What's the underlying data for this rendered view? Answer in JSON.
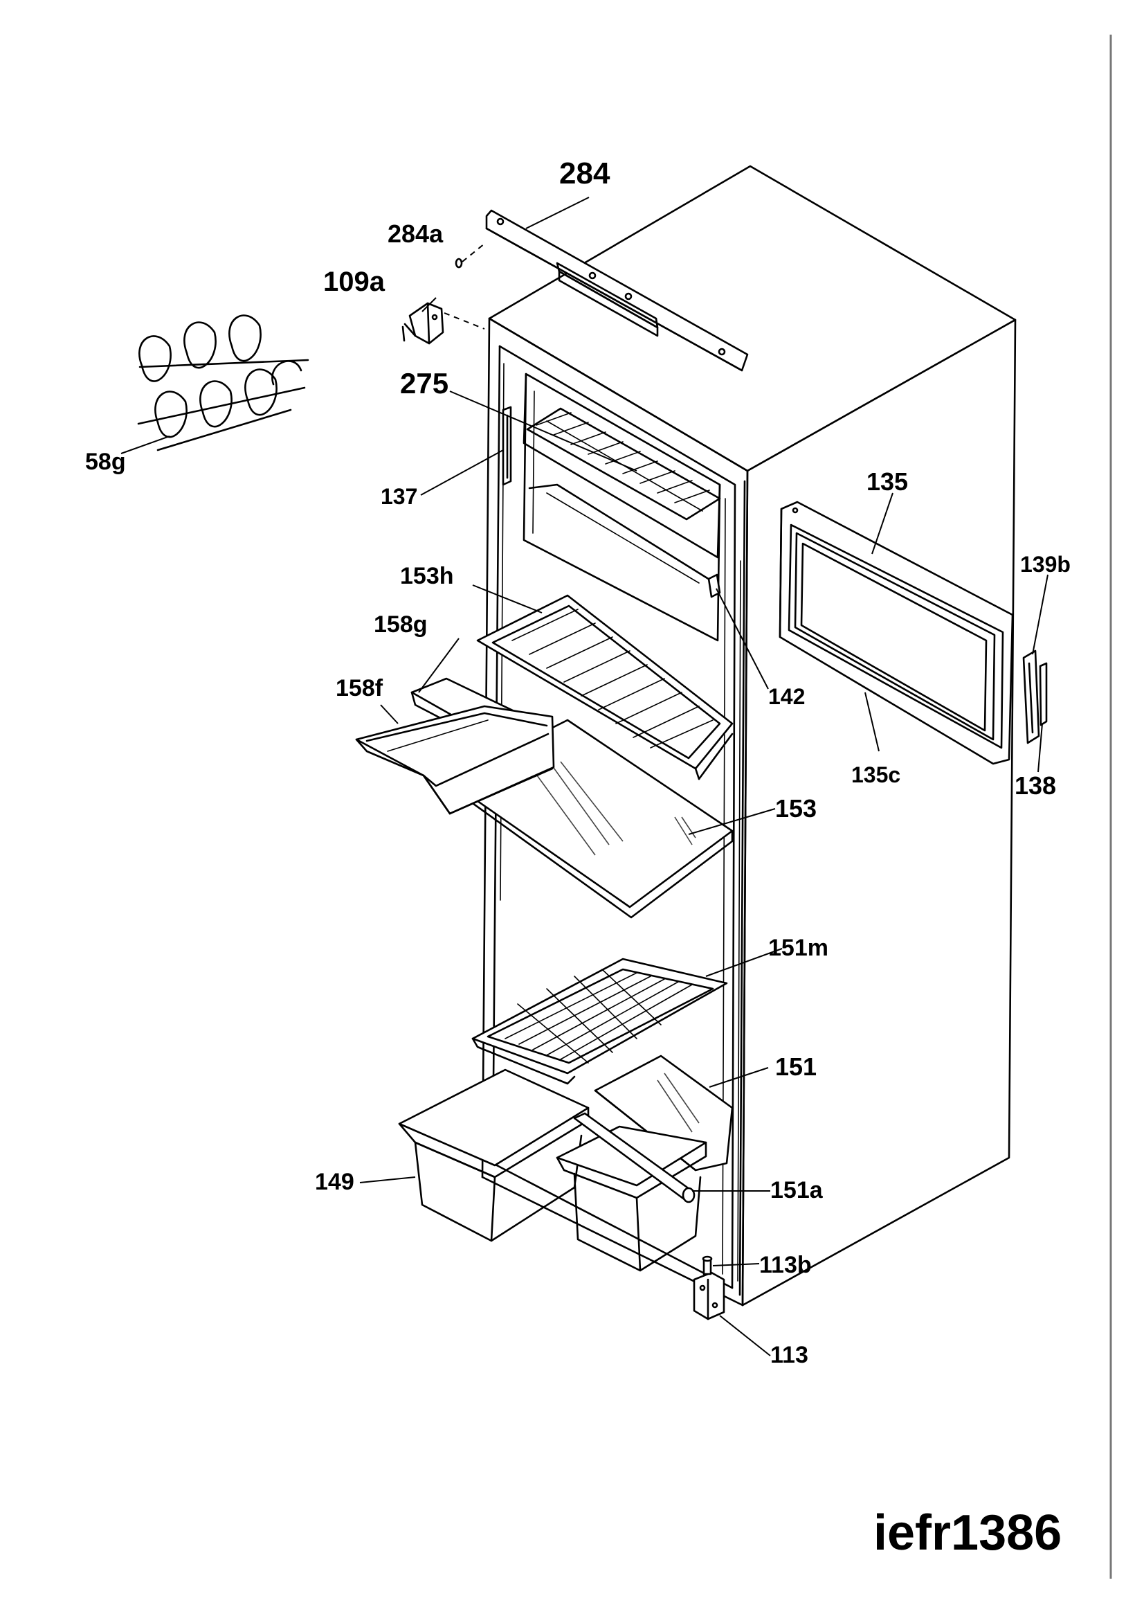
{
  "diagram": {
    "drawing_code": "iefr1386",
    "parts": [
      {
        "id": "p284",
        "label": "284"
      },
      {
        "id": "p284a",
        "label": "284a"
      },
      {
        "id": "p109a",
        "label": "109a"
      },
      {
        "id": "p58g",
        "label": "58g"
      },
      {
        "id": "p275",
        "label": "275"
      },
      {
        "id": "p137",
        "label": "137"
      },
      {
        "id": "p135",
        "label": "135"
      },
      {
        "id": "p139b",
        "label": "139b"
      },
      {
        "id": "p153h",
        "label": "153h"
      },
      {
        "id": "p158g",
        "label": "158g"
      },
      {
        "id": "p158f",
        "label": "158f"
      },
      {
        "id": "p142",
        "label": "142"
      },
      {
        "id": "p135c",
        "label": "135c"
      },
      {
        "id": "p138",
        "label": "138"
      },
      {
        "id": "p153",
        "label": "153"
      },
      {
        "id": "p151m",
        "label": "151m"
      },
      {
        "id": "p151",
        "label": "151"
      },
      {
        "id": "p149",
        "label": "149"
      },
      {
        "id": "p151a",
        "label": "151a"
      },
      {
        "id": "p113b",
        "label": "113b"
      },
      {
        "id": "p113",
        "label": "113"
      }
    ]
  }
}
